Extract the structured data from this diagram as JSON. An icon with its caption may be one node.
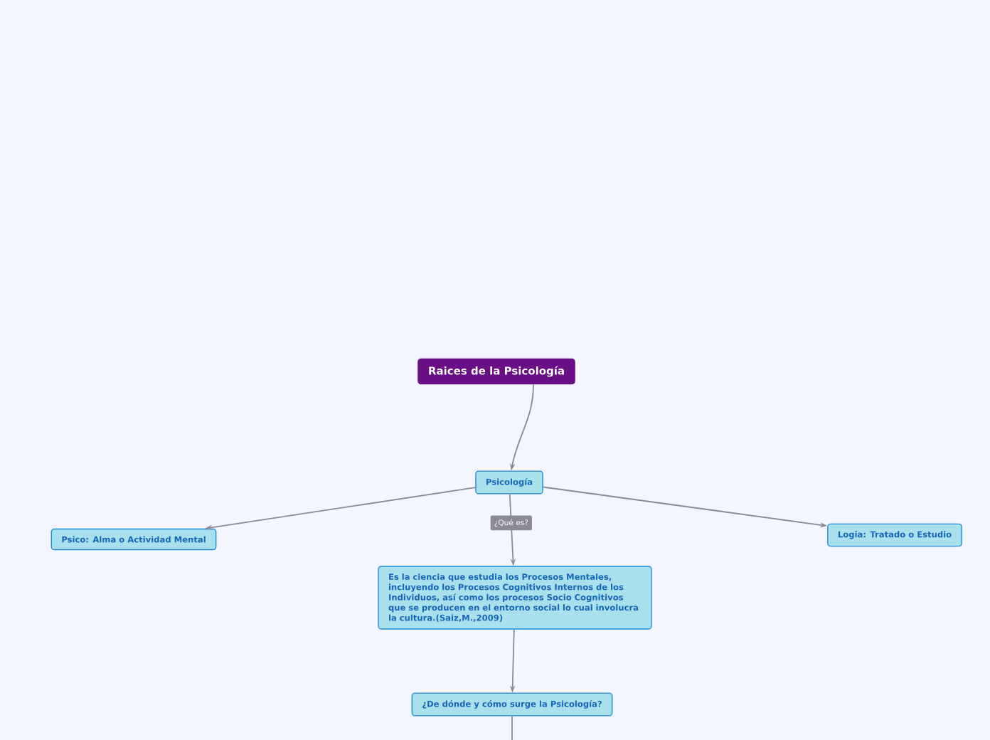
{
  "diagram": {
    "nodes": [
      {
        "text": [
          "Raices de la Psicología"
        ]
      },
      {
        "text": [
          "Psicología"
        ]
      },
      {
        "text": [
          "Psico: Alma o Actividad Mental"
        ]
      },
      {
        "text": [
          "Logia: Tratado o Estudio"
        ]
      },
      {
        "text": [
          "Es la ciencia que estudia los Procesos Mentales, incluyendo los Procesos Cognitivos Internos de los Individuos, así como los procesos Socio Cognitivos que se producen en el entorno social lo cual involucra la cultura.(Saiz,M.,2009)"
        ]
      },
      {
        "text": [
          "¿De dónde y cómo surge la Psicología?"
        ]
      }
    ],
    "edges": [
      {
        "from": 0,
        "to": 1,
        "arrow": "to"
      },
      {
        "from": 1,
        "to": 2,
        "arrow": "to"
      },
      {
        "from": 1,
        "to": 3,
        "arrow": "to"
      },
      {
        "from": 1,
        "to": 4,
        "arrow": "to",
        "label": "¿Qué es?"
      },
      {
        "from": 4,
        "to": 5,
        "arrow": "to"
      },
      {
        "from": 5,
        "to": null,
        "arrow": "none"
      }
    ]
  }
}
